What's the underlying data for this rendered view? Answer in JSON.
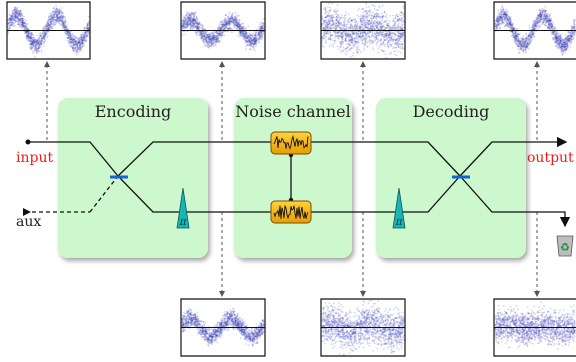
{
  "stages": {
    "encoding": "Encoding",
    "noise_channel": "Noise channel",
    "decoding": "Decoding"
  },
  "ports": {
    "input": "input",
    "output": "output",
    "aux": "aux"
  },
  "phase_shifter_symbol": "π",
  "recycle_symbol": "♻",
  "colors": {
    "stage_fill": "#cdf7cd",
    "port_io": "#e8201c",
    "wire": "#111111",
    "beam_splitter": "#1464d2",
    "noise_box": "#f2b30a",
    "phase_shifter": "#18b3b3",
    "signal_band": "#3b3fb8"
  },
  "icons": [
    "beam-splitter-icon",
    "noise-source-icon",
    "phase-shifter-icon",
    "recycle-bin-icon"
  ]
}
